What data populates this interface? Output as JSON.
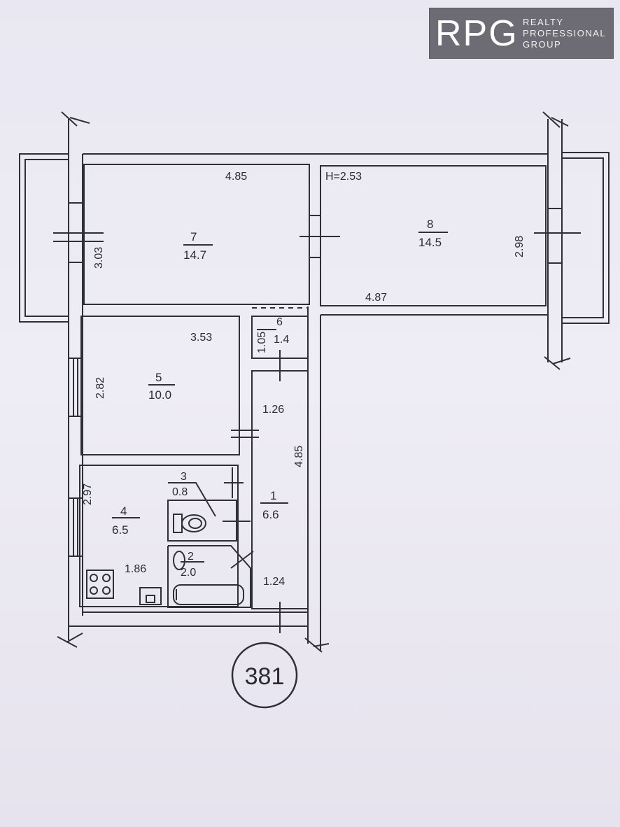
{
  "logo": {
    "mark": "RPG",
    "line1": "REALTY",
    "line2": "PROFESSIONAL",
    "line3": "GROUP"
  },
  "plan": {
    "ceiling_height": "H=2.53",
    "stamp": "381",
    "rooms": [
      {
        "id": "7",
        "area": "14.7",
        "dims": [
          "4.85",
          "3.03"
        ]
      },
      {
        "id": "8",
        "area": "14.5",
        "dims": [
          "4.87",
          "2.98"
        ]
      },
      {
        "id": "6",
        "area": "1.4",
        "dims": [
          "1.05"
        ]
      },
      {
        "id": "5",
        "area": "10.0",
        "dims": [
          "3.53",
          "2.82"
        ]
      },
      {
        "id": "1",
        "area": "6.6",
        "dims": [
          "1.26",
          "4.85",
          "1.24"
        ]
      },
      {
        "id": "3",
        "area": "0.8",
        "dims": []
      },
      {
        "id": "4",
        "area": "6.5",
        "dims": [
          "2.97",
          "1.86"
        ]
      },
      {
        "id": "2",
        "area": "2.0",
        "dims": []
      }
    ]
  }
}
